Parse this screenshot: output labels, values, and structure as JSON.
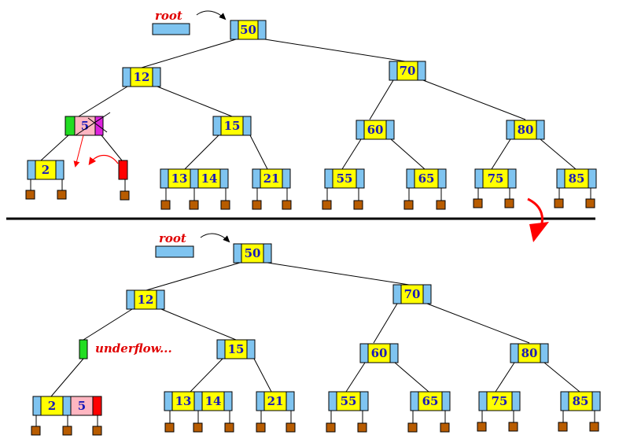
{
  "labels": {
    "root_top": "root",
    "root_bottom": "root",
    "underflow": "underflow..."
  },
  "colors": {
    "pointer_cell": "#7fc4f0",
    "key_cell": "#ffff00",
    "leaf_pointer": "#b85c00",
    "arrow_red": "#ff0000",
    "highlight_green": "#22dd22",
    "highlight_magenta": "#dd22dd",
    "highlight_pink": "#ffb6c1",
    "text_key": "#1a1ab8",
    "text_label": "#e00000"
  },
  "top": {
    "root": [
      "50"
    ],
    "level1": [
      [
        "12"
      ],
      [
        "70"
      ]
    ],
    "level2": [
      [
        "5"
      ],
      [
        "15"
      ],
      [
        "60"
      ],
      [
        "80"
      ]
    ],
    "leaves": [
      [
        "2"
      ],
      [],
      [
        "13",
        "14"
      ],
      [
        "21"
      ],
      [
        "55"
      ],
      [
        "65"
      ],
      [
        "75"
      ],
      [
        "85"
      ]
    ]
  },
  "bottom": {
    "root": [
      "50"
    ],
    "level1": [
      [
        "12"
      ],
      [
        "70"
      ]
    ],
    "level2": [
      [],
      [
        "15"
      ],
      [
        "60"
      ],
      [
        "80"
      ]
    ],
    "leaves": [
      [
        "2",
        "5"
      ],
      [
        "13",
        "14"
      ],
      [
        "21"
      ],
      [
        "55"
      ],
      [
        "65"
      ],
      [
        "75"
      ],
      [
        "85"
      ]
    ]
  }
}
